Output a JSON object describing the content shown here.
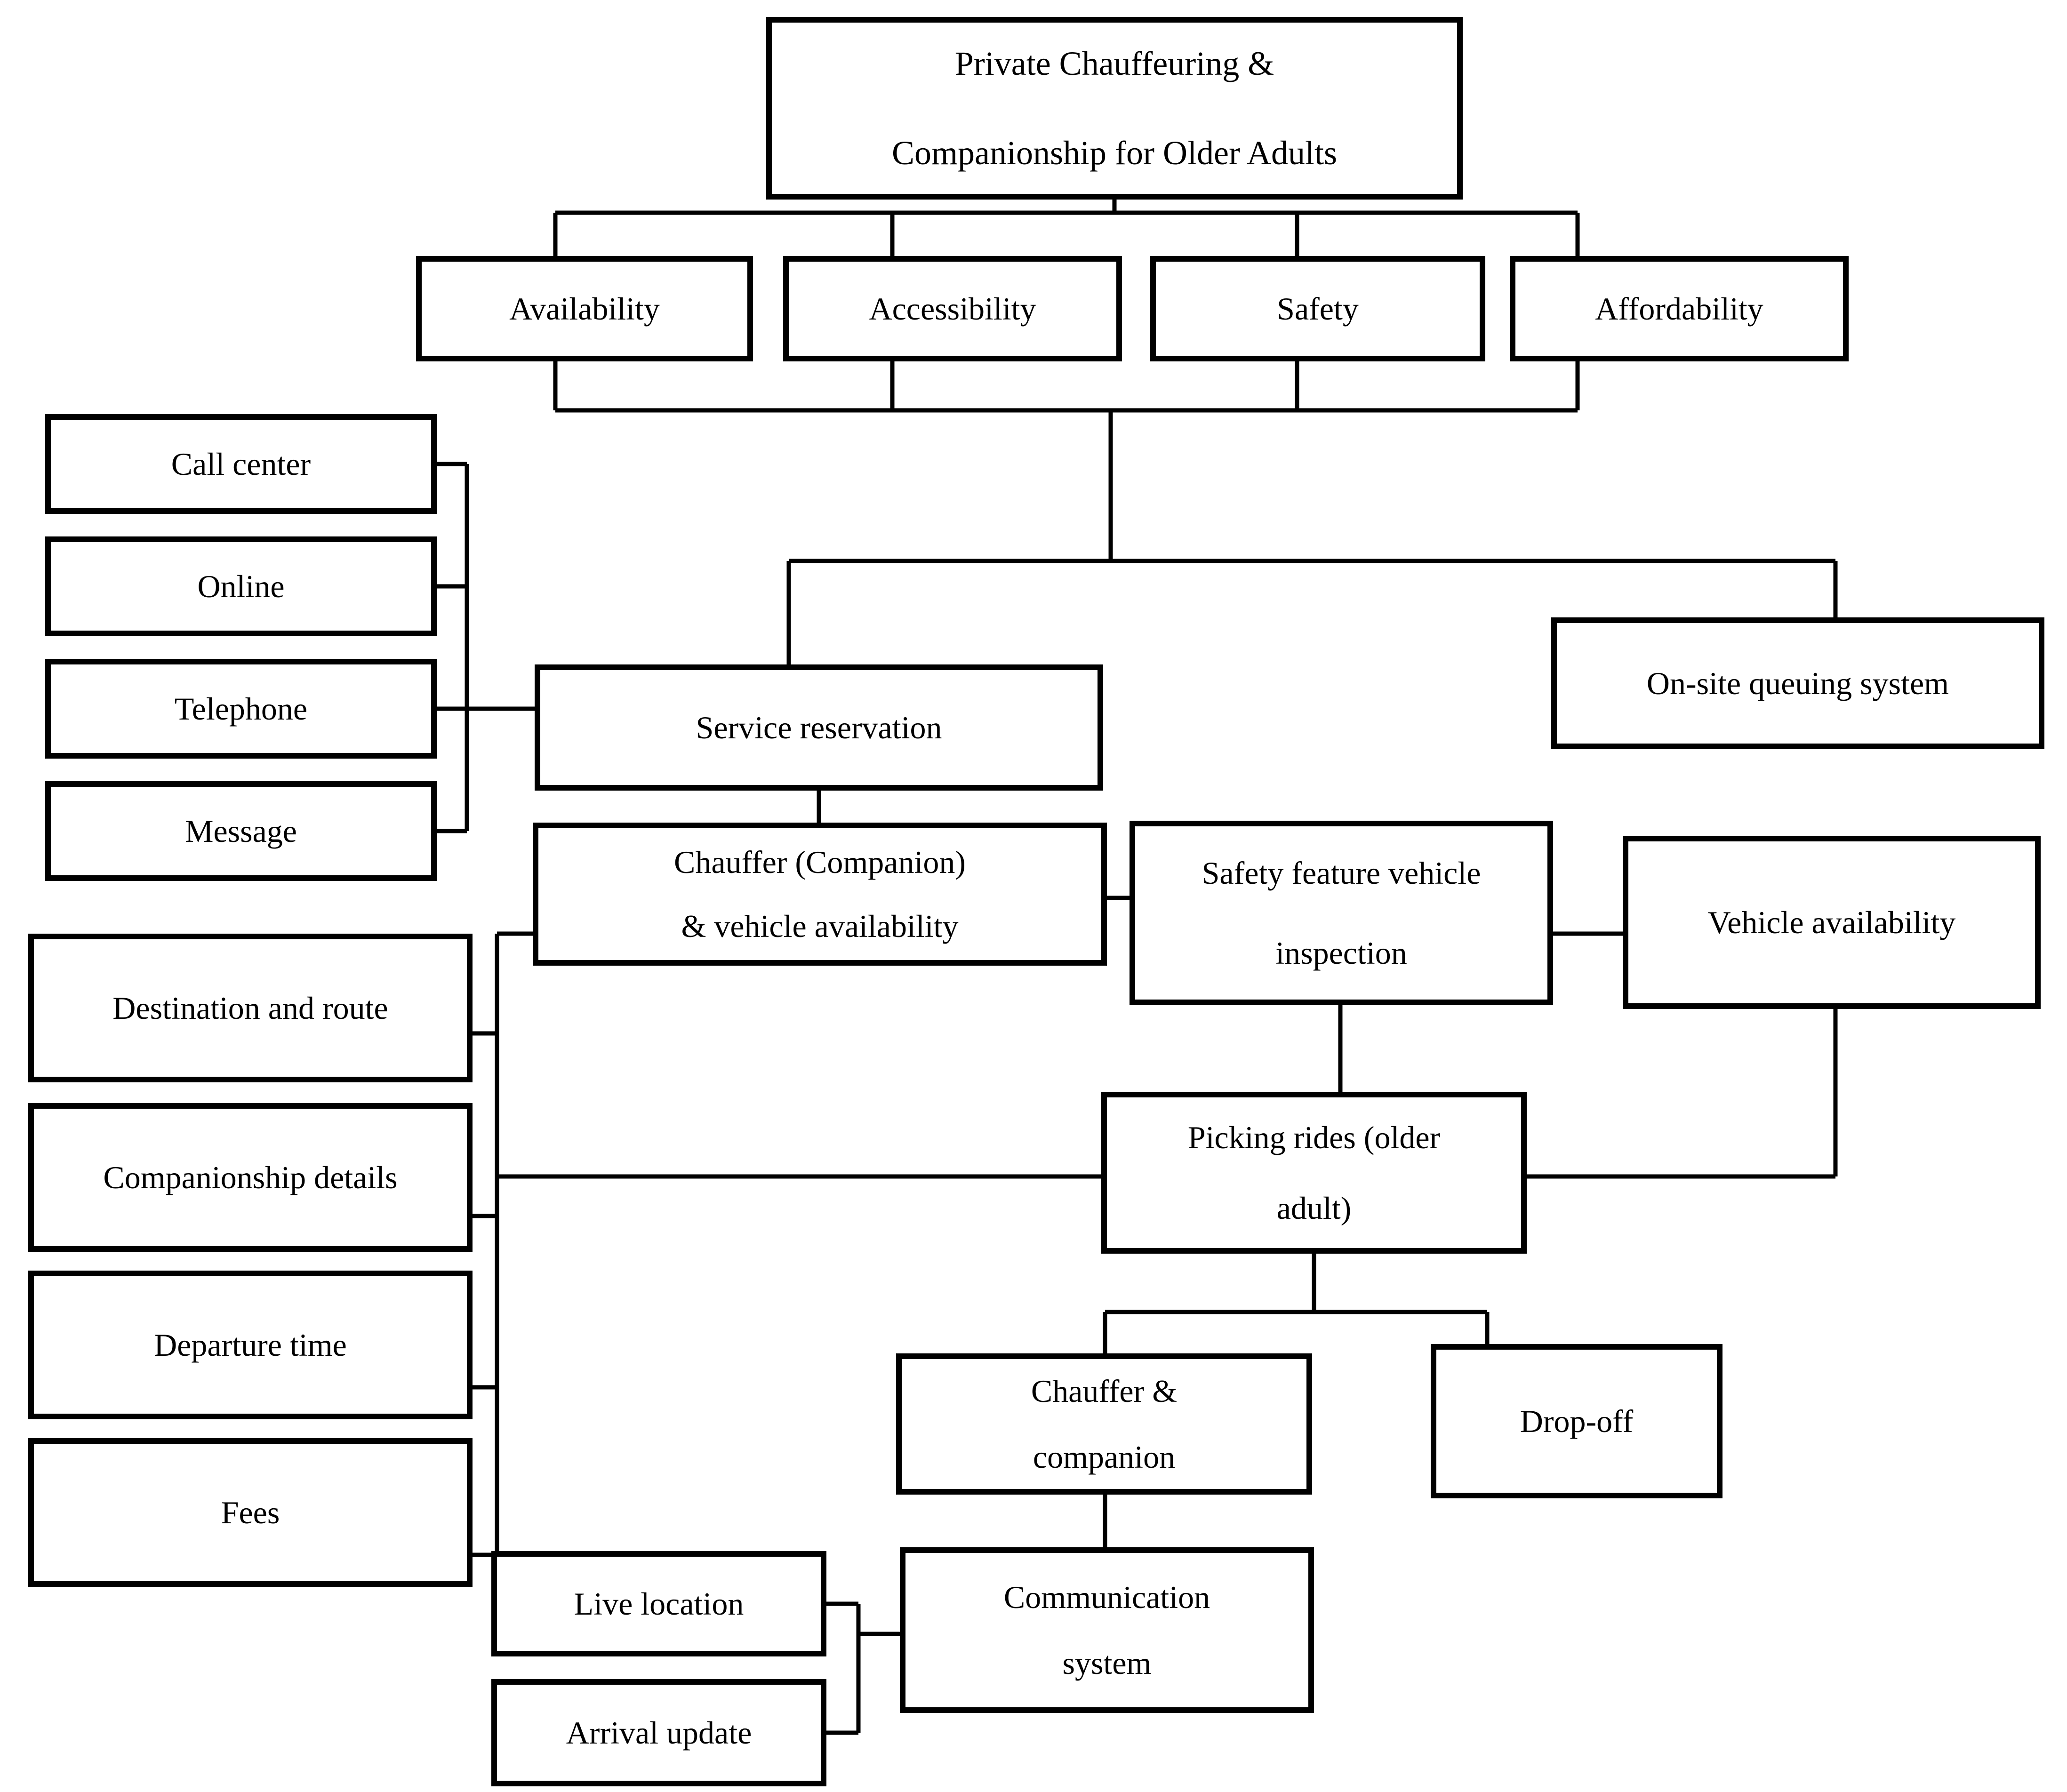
{
  "diagram": {
    "title": "Private Chauffeuring & Companionship for Older Adults",
    "type": "flowchart",
    "background_color": "#ffffff",
    "line_color": "#000000",
    "box_border_color": "#000000",
    "nodes": {
      "root": {
        "label": "Private Chauffeuring & Companionship for Older Adults",
        "lines": [
          "Private Chauffeuring &",
          "Companionship for Older Adults"
        ]
      },
      "availability": {
        "label": "Availability",
        "lines": [
          "Availability"
        ]
      },
      "accessibility": {
        "label": "Accessibility",
        "lines": [
          "Accessibility"
        ]
      },
      "safety": {
        "label": "Safety",
        "lines": [
          "Safety"
        ]
      },
      "affordability": {
        "label": "Affordability",
        "lines": [
          "Affordability"
        ]
      },
      "call_center": {
        "label": "Call center",
        "lines": [
          "Call center"
        ]
      },
      "online": {
        "label": "Online",
        "lines": [
          "Online"
        ]
      },
      "telephone": {
        "label": "Telephone",
        "lines": [
          "Telephone"
        ]
      },
      "message": {
        "label": "Message",
        "lines": [
          "Message"
        ]
      },
      "service_reservation": {
        "label": "Service reservation",
        "lines": [
          "Service reservation"
        ]
      },
      "onsite_queuing": {
        "label": "On-site queuing system",
        "lines": [
          "On-site queuing system"
        ]
      },
      "chauffer_vehicle": {
        "label": "Chauffer (Companion) & vehicle availability",
        "lines": [
          "Chauffer (Companion)",
          "& vehicle availability"
        ]
      },
      "safety_inspection": {
        "label": "Safety feature vehicle inspection",
        "lines": [
          "Safety feature vehicle",
          "inspection"
        ]
      },
      "vehicle_availability": {
        "label": "Vehicle availability",
        "lines": [
          "Vehicle availability"
        ]
      },
      "dest_route": {
        "label": "Destination and route",
        "lines": [
          "Destination and route"
        ]
      },
      "companionship": {
        "label": "Companionship details",
        "lines": [
          "Companionship details"
        ]
      },
      "departure": {
        "label": "Departure time",
        "lines": [
          "Departure time"
        ]
      },
      "fees": {
        "label": "Fees",
        "lines": [
          "Fees"
        ]
      },
      "picking_rides": {
        "label": "Picking rides (older adult)",
        "lines": [
          "Picking rides (older",
          "adult)"
        ]
      },
      "chauffer_companion": {
        "label": "Chauffer & companion",
        "lines": [
          "Chauffer &",
          "companion"
        ]
      },
      "drop_off": {
        "label": "Drop-off",
        "lines": [
          "Drop-off"
        ]
      },
      "communication": {
        "label": "Communication system",
        "lines": [
          "Communication",
          "system"
        ]
      },
      "live_location": {
        "label": "Live location",
        "lines": [
          "Live location"
        ]
      },
      "arrival_update": {
        "label": "Arrival update",
        "lines": [
          "Arrival update"
        ]
      }
    },
    "edges": [
      {
        "from": "root",
        "to": "availability"
      },
      {
        "from": "root",
        "to": "accessibility"
      },
      {
        "from": "root",
        "to": "safety"
      },
      {
        "from": "root",
        "to": "affordability"
      },
      {
        "from": "availability",
        "to": "service_reservation"
      },
      {
        "from": "accessibility",
        "to": "service_reservation"
      },
      {
        "from": "safety",
        "to": "service_reservation"
      },
      {
        "from": "affordability",
        "to": "service_reservation"
      },
      {
        "from": "availability",
        "to": "onsite_queuing"
      },
      {
        "from": "accessibility",
        "to": "onsite_queuing"
      },
      {
        "from": "safety",
        "to": "onsite_queuing"
      },
      {
        "from": "affordability",
        "to": "onsite_queuing"
      },
      {
        "from": "call_center",
        "to": "service_reservation"
      },
      {
        "from": "online",
        "to": "service_reservation"
      },
      {
        "from": "telephone",
        "to": "service_reservation"
      },
      {
        "from": "message",
        "to": "service_reservation"
      },
      {
        "from": "service_reservation",
        "to": "chauffer_vehicle"
      },
      {
        "from": "chauffer_vehicle",
        "to": "safety_inspection"
      },
      {
        "from": "safety_inspection",
        "to": "vehicle_availability"
      },
      {
        "from": "onsite_queuing",
        "to": "vehicle_availability"
      },
      {
        "from": "dest_route",
        "to": "chauffer_vehicle"
      },
      {
        "from": "companionship",
        "to": "chauffer_vehicle"
      },
      {
        "from": "departure",
        "to": "chauffer_vehicle"
      },
      {
        "from": "fees",
        "to": "chauffer_vehicle"
      },
      {
        "from": "safety_inspection",
        "to": "picking_rides"
      },
      {
        "from": "vehicle_availability",
        "to": "picking_rides"
      },
      {
        "from": "dest_route",
        "to": "picking_rides"
      },
      {
        "from": "companionship",
        "to": "picking_rides"
      },
      {
        "from": "departure",
        "to": "picking_rides"
      },
      {
        "from": "fees",
        "to": "picking_rides"
      },
      {
        "from": "picking_rides",
        "to": "chauffer_companion"
      },
      {
        "from": "picking_rides",
        "to": "drop_off"
      },
      {
        "from": "chauffer_companion",
        "to": "communication"
      },
      {
        "from": "live_location",
        "to": "communication"
      },
      {
        "from": "arrival_update",
        "to": "communication"
      }
    ]
  }
}
